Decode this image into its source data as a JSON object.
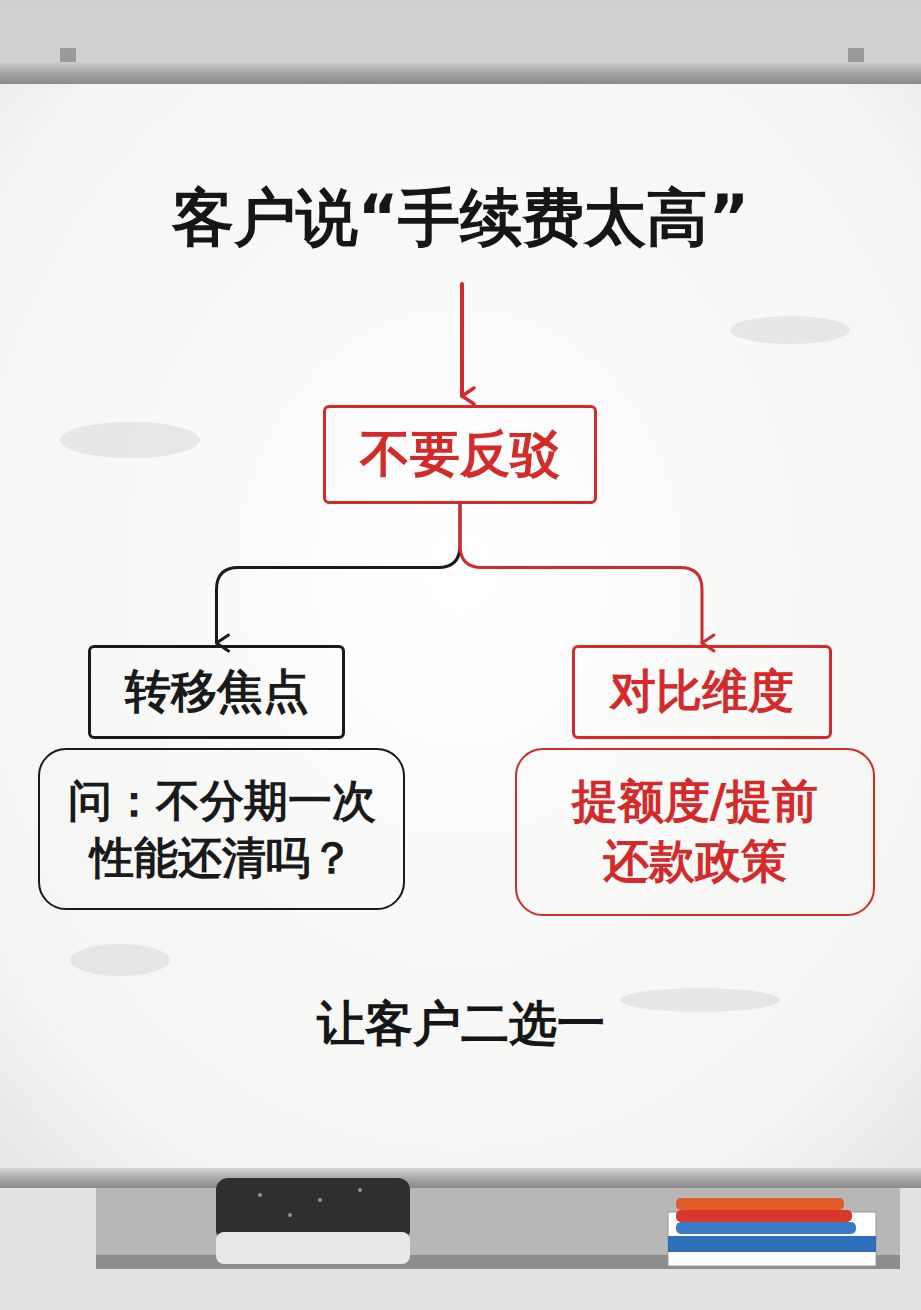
{
  "diagram": {
    "title": "客户说“手续费太高”",
    "nodes": [
      {
        "text": [
          "不要反驳"
        ]
      },
      {
        "text": [
          "转移焦点"
        ]
      },
      {
        "text": [
          "对比维度"
        ]
      },
      {
        "text": [
          "问：不分期一次性能还清吗？"
        ]
      },
      {
        "text": [
          "提额度/提前还款政策"
        ]
      }
    ],
    "edges": [
      {
        "from": 0,
        "to": 1,
        "arrow": "to"
      },
      {
        "from": 0,
        "to": 2,
        "arrow": "to"
      }
    ],
    "labels": [
      "让客户二选一"
    ]
  }
}
